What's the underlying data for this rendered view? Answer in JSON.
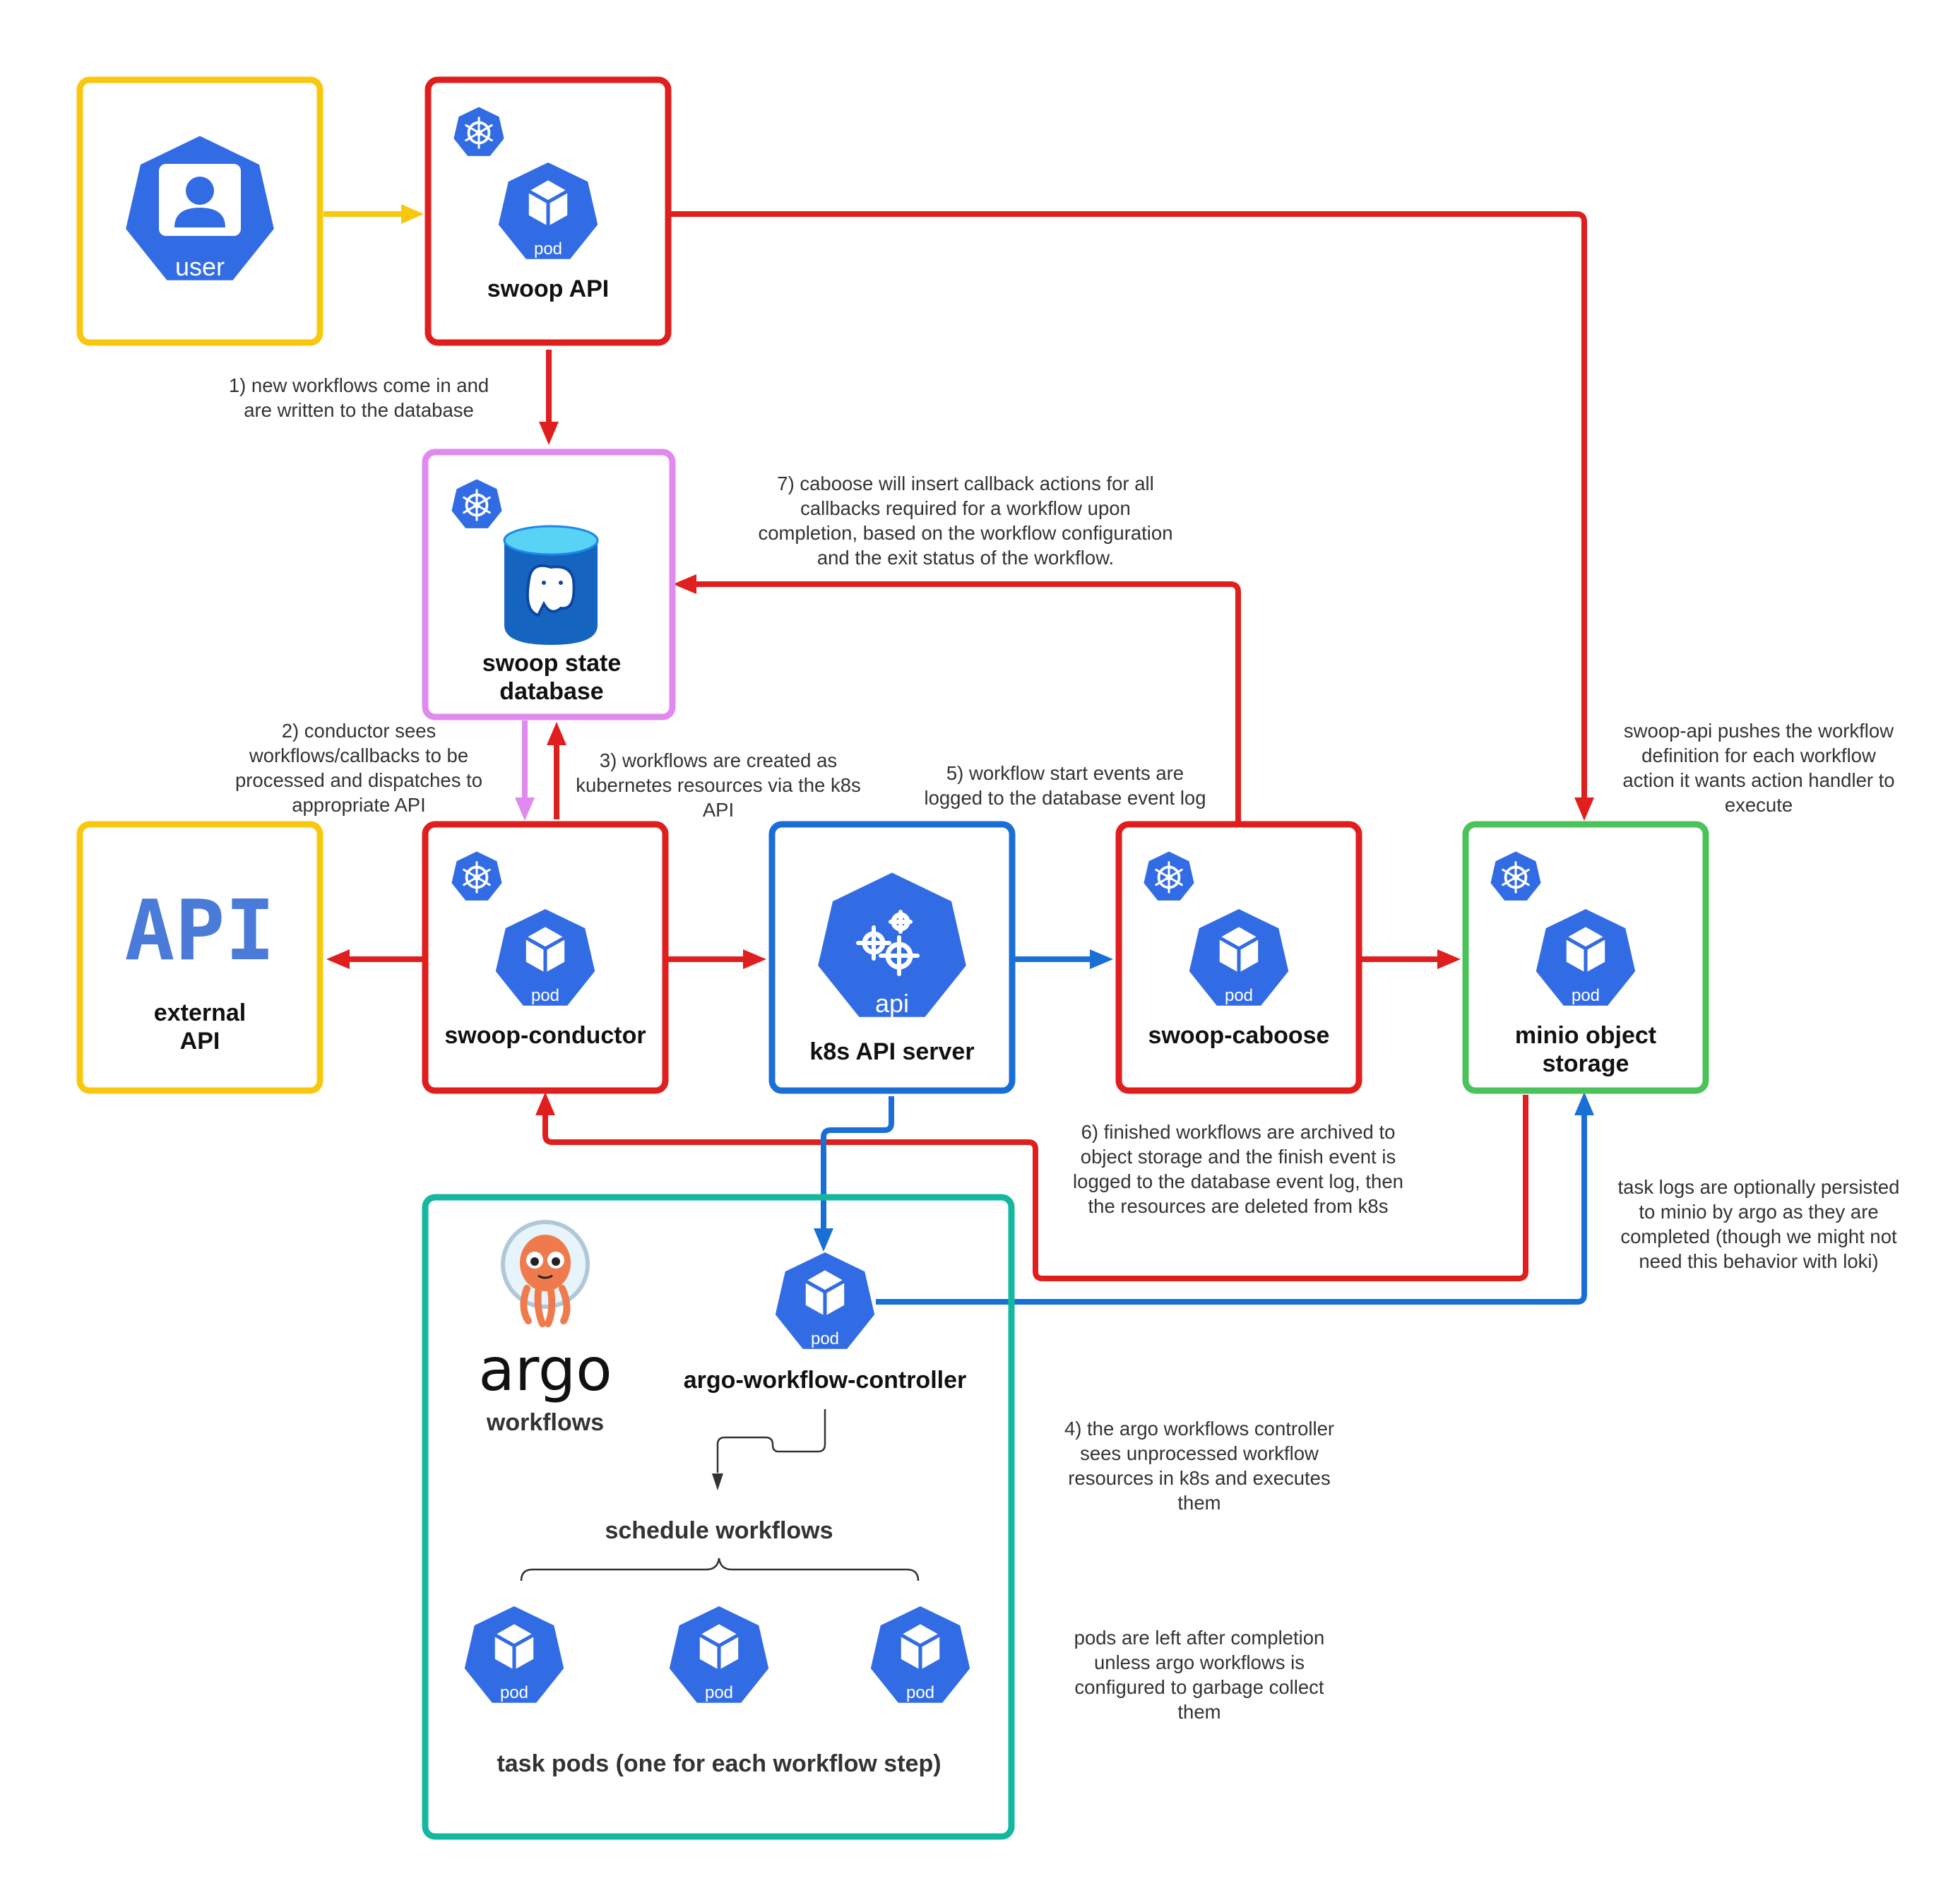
{
  "nodes": {
    "user": {
      "label": "user"
    },
    "swoop_api": {
      "title": "swoop API",
      "pod_label": "pod"
    },
    "state_db": {
      "title_line1": "swoop state",
      "title_line2": "database"
    },
    "external_api": {
      "logo_text": "API",
      "title_line1": "external",
      "title_line2": "API"
    },
    "conductor": {
      "title": "swoop-conductor",
      "pod_label": "pod"
    },
    "k8s_api": {
      "icon_label": "api",
      "title": "k8s API server"
    },
    "caboose": {
      "title": "swoop-caboose",
      "pod_label": "pod"
    },
    "minio": {
      "title_line1": "minio object",
      "title_line2": "storage",
      "pod_label": "pod"
    },
    "argo": {
      "logo_text": "argo",
      "logo_subtitle": "workflows",
      "controller_title": "argo-workflow-controller",
      "controller_pod_label": "pod",
      "schedule_label": "schedule workflows",
      "task_pod_labels": [
        "pod",
        "pod",
        "pod"
      ],
      "task_pods_caption": "task pods (one for each workflow step)"
    }
  },
  "notes": {
    "n1": [
      "1) new workflows come in and",
      "are written to the database"
    ],
    "n2": [
      "2) conductor sees",
      "workflows/callbacks to be",
      "processed and dispatches to",
      "appropriate API"
    ],
    "n3": [
      "3) workflows are created as",
      "kubernetes resources via the k8s",
      "API"
    ],
    "n4": [
      "4) the argo workflows controller",
      "sees unprocessed workflow",
      "resources in k8s and executes",
      "them"
    ],
    "n5": [
      "5) workflow start events are",
      "logged to the database event log"
    ],
    "n6": [
      "6) finished workflows are archived to",
      "object storage and the finish event is",
      "logged to the database event log, then",
      "the resources are deleted from k8s"
    ],
    "n7": [
      "7) caboose will insert callback actions for all",
      "callbacks required for a workflow upon",
      "completion, based on the workflow configuration",
      "and the exit status of the workflow."
    ],
    "api_push": [
      "swoop-api pushes the workflow",
      "definition for each workflow",
      "action it wants action handler to",
      "execute"
    ],
    "task_logs": [
      "task logs are optionally persisted",
      "to minio by argo as they are",
      "completed (though we might not",
      "need this behavior with loki)"
    ],
    "pods_left": [
      "pods are left after completion",
      "unless argo workflows is",
      "configured to garbage collect",
      "them"
    ]
  },
  "colors": {
    "yellow": "#f9c80e",
    "red": "#e01e1e",
    "violet": "#e08af0",
    "blue": "#1a6fd6",
    "green": "#4cc35a",
    "teal": "#14b8a0",
    "k8s_blue": "#326ce5",
    "argo_orange": "#ef7b4d"
  },
  "icons": [
    "k8s-helm-icon",
    "pod-icon",
    "user-icon",
    "postgres-database-icon",
    "api-server-icon",
    "argo-octopus-icon"
  ]
}
